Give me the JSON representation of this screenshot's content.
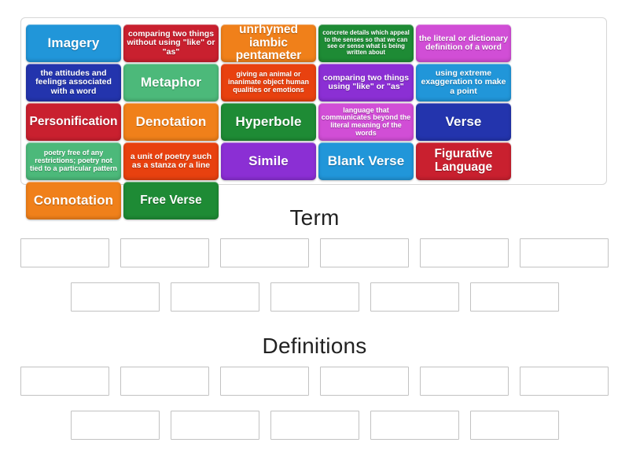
{
  "app": {
    "type": "match-up-drag-and-drop-activity"
  },
  "tile_bank": {
    "name": "Draggable answer tiles",
    "tiles": [
      {
        "text": "Imagery",
        "color": "#2196d9",
        "size": "lg"
      },
      {
        "text": "comparing two things without using \"like\" or \"as\"",
        "color": "#c9202f",
        "size": "sm"
      },
      {
        "text": "unrhymed iambic pentameter",
        "color": "#f0801a",
        "size": "md"
      },
      {
        "text": "concrete details which appeal to the senses so that we can see or sense what is being written about",
        "color": "#1e8b35",
        "size": "xxs"
      },
      {
        "text": "the literal or dictionary definition of a word",
        "color": "#d14ed6",
        "size": "sm"
      },
      {
        "text": "the attitudes and feelings associated with a word",
        "color": "#2334ad",
        "size": "sm"
      },
      {
        "text": "Metaphor",
        "color": "#4cb97a",
        "size": "lg"
      },
      {
        "text": "giving an animal or inanimate object human qualities or emotions",
        "color": "#e8410f",
        "size": "xs"
      },
      {
        "text": "comparing two things using \"like\" or \"as\"",
        "color": "#8b2fd4",
        "size": "sm"
      },
      {
        "text": "using extreme exaggeration to make a point",
        "color": "#2196d9",
        "size": "sm"
      },
      {
        "text": "Personification",
        "color": "#c9202f",
        "size": "md"
      },
      {
        "text": "Denotation",
        "color": "#f0801a",
        "size": "lg"
      },
      {
        "text": "Hyperbole",
        "color": "#1e8b35",
        "size": "lg"
      },
      {
        "text": "language that communicates beyond the literal meaning of the words",
        "color": "#d14ed6",
        "size": "xs"
      },
      {
        "text": "Verse",
        "color": "#2334ad",
        "size": "lg"
      },
      {
        "text": "poetry free of any restrictions; poetry not tied to a particular pattern",
        "color": "#4cb97a",
        "size": "xs"
      },
      {
        "text": "a unit of poetry such as a stanza or a line",
        "color": "#e8410f",
        "size": "sm"
      },
      {
        "text": "Simile",
        "color": "#8b2fd4",
        "size": "lg"
      },
      {
        "text": "Blank Verse",
        "color": "#2196d9",
        "size": "lg"
      },
      {
        "text": "Figurative Language",
        "color": "#c9202f",
        "size": "md"
      },
      {
        "text": "Connotation",
        "color": "#f0801a",
        "size": "lg"
      },
      {
        "text": "Free Verse",
        "color": "#1e8b35",
        "size": "md"
      }
    ]
  },
  "sections": [
    {
      "id": "term",
      "title": "Term",
      "rows": [
        {
          "slots": 6
        },
        {
          "slots": 5
        }
      ]
    },
    {
      "id": "definitions",
      "title": "Definitions",
      "rows": [
        {
          "slots": 6
        },
        {
          "slots": 5
        }
      ]
    }
  ],
  "colors": {
    "background": "#ffffff",
    "bank_border": "#d6d6d6",
    "slot_border": "#c2c2c2",
    "heading_text": "#222222",
    "tile_text": "#ffffff"
  }
}
